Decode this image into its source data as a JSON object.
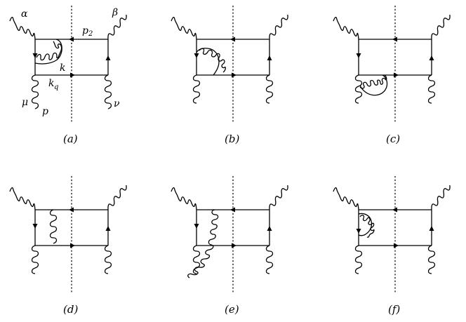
{
  "figure": {
    "panels": [
      {
        "id": "a",
        "caption": "(a)",
        "labels": {
          "alpha": "α",
          "beta": "β",
          "p2": "p",
          "p2_sub": "2",
          "k": "k",
          "kq": "k",
          "kq_sub": "q",
          "mu": "μ",
          "nu": "ν",
          "p": "p"
        }
      },
      {
        "id": "b",
        "caption": "(b)"
      },
      {
        "id": "c",
        "caption": "(c)"
      },
      {
        "id": "d",
        "caption": "(d)"
      },
      {
        "id": "e",
        "caption": "(e)"
      },
      {
        "id": "f",
        "caption": "(f)"
      }
    ]
  }
}
